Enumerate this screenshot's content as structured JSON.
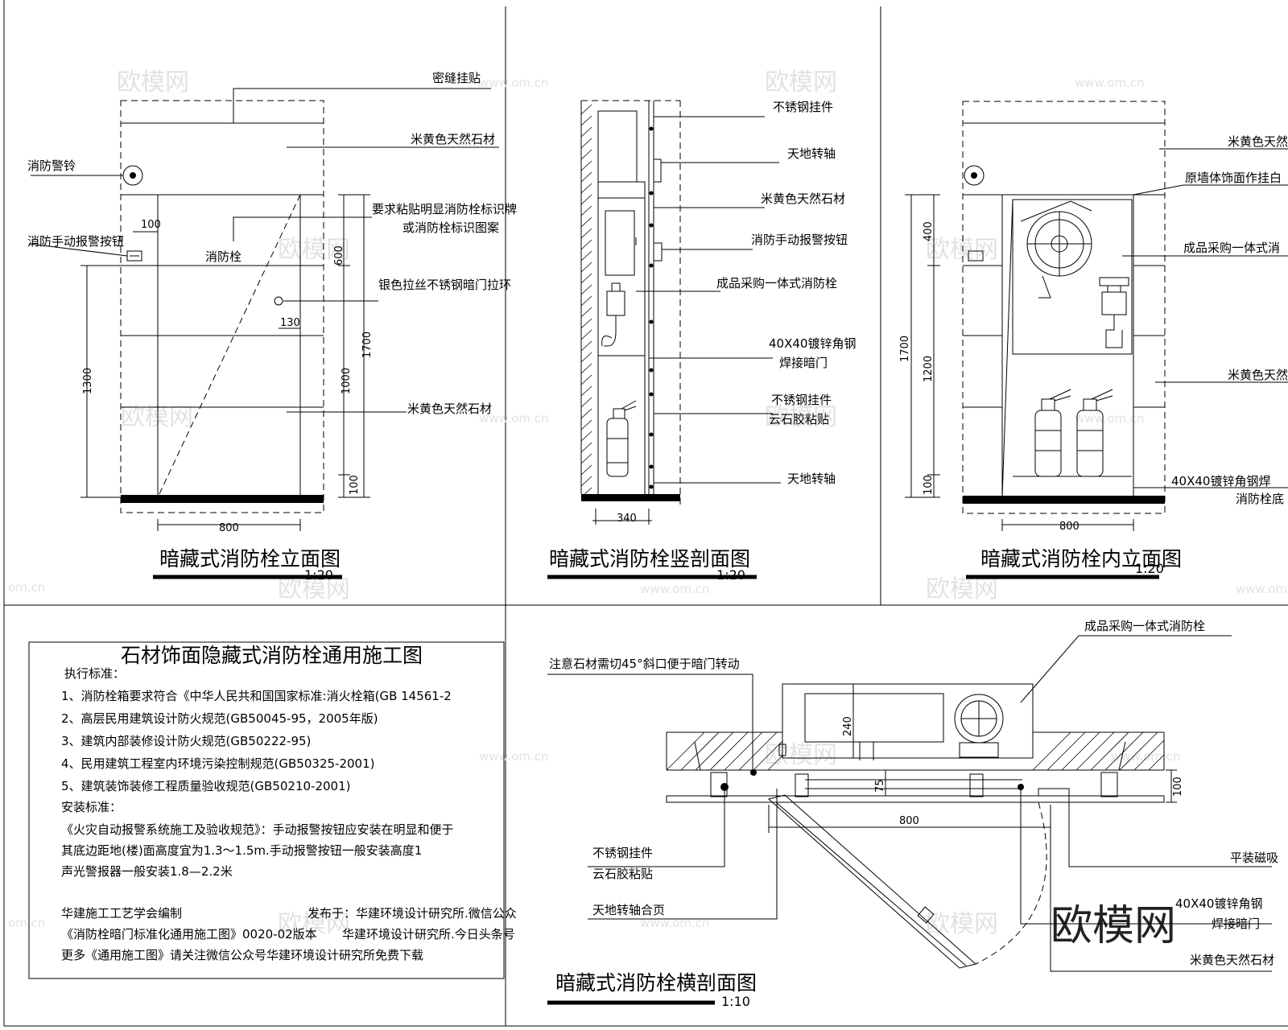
{
  "watermarks": {
    "brand": "欧模网",
    "url": "www.om.cn",
    "url_short": "om.cn"
  },
  "elevation": {
    "title": "暗藏式消防栓立面图",
    "scale": "1:20",
    "labels": {
      "seam": "密缝挂贴",
      "stone_top": "米黄色天然石材",
      "alarm_bell": "消防警铃",
      "sign_req_1": "要求粘贴明显消防栓标识牌",
      "sign_req_2": "或消防栓标识图案",
      "manual_button": "消防手动报警按钮",
      "hydrant": "消防栓",
      "pull_ring": "银色拉丝不锈钢暗门拉环",
      "stone_bottom": "米黄色天然石材"
    },
    "dims": {
      "d100": "100",
      "d600": "600",
      "d130": "130",
      "d1300": "1300",
      "d1700": "1700",
      "d1000": "1000",
      "d100b": "100",
      "d800": "800"
    }
  },
  "vsection": {
    "title": "暗藏式消防栓竖剖面图",
    "scale": "1:20",
    "labels": {
      "l1": "不锈钢挂件",
      "l2": "天地转轴",
      "l3": "米黄色天然石材",
      "l4": "消防手动报警按钮",
      "l5": "成品采购一体式消防栓",
      "l6a": "40X40镀锌角钢",
      "l6b": "焊接暗门",
      "l7a": "不锈钢挂件",
      "l7b": "云石胶粘贴",
      "l8": "天地转轴"
    },
    "dims": {
      "d340": "340"
    }
  },
  "inner": {
    "title": "暗藏式消防栓内立面图",
    "scale": "1:20",
    "labels": {
      "l1": "米黄色天然石",
      "l2": "原墙体饰面作挂白",
      "l3": "成品采购一体式消",
      "l4": "米黄色天然石",
      "l5": "40X40镀锌角钢焊",
      "l6": "消防栓底"
    },
    "dims": {
      "d400": "400",
      "d1700": "1700",
      "d1200": "1200",
      "d100": "100",
      "d800": "800"
    }
  },
  "notes": {
    "title": "石材饰面隐藏式消防栓通用施工图",
    "exec_std": "执行标准：",
    "items": [
      "1、消防栓箱要求符合《中华人民共和国国家标准:消火栓箱(GB 14561-2",
      "2、高层民用建筑设计防火规范(GB50045-95，2005年版)",
      "3、建筑内部装修设计防火规范(GB50222-95)",
      "4、民用建筑工程室内环境污染控制规范(GB50325-2001)",
      "5、建筑装饰装修工程质量验收规范(GB50210-2001)"
    ],
    "install_std": "安装标准：",
    "install_lines": [
      "《火灾自动报警系统施工及验收规范》：手动报警按钮应安装在明显和便于",
      "其底边距地(楼)面高度宜为1.3～1.5m.手动报警按钮一般安装高度1",
      "声光警报器一般安装1.8—2.2米"
    ],
    "footer_left_1": "华建施工工艺学会编制",
    "footer_left_2": "《消防栓暗门标准化通用施工图》0020-02版本",
    "footer_left_3": "更多《通用施工图》请关注微信公众号华建环境设计研究所免费下载",
    "footer_right_1": "发布于：华建环境设计研究所.微信公众",
    "footer_right_2": "华建环境设计研究所.今日头条号"
  },
  "hsection": {
    "title": "暗藏式消防栓横剖面图",
    "scale": "1:10",
    "labels": {
      "top": "成品采购一体式消防栓",
      "bevel": "注意石材需切45°斜口便于暗门转动",
      "hanger_a": "不锈钢挂件",
      "hanger_b": "云石胶粘贴",
      "hinge": "天地转轴合页",
      "magnet": "平装磁吸",
      "angle_a": "40X40镀锌角钢",
      "angle_b": "焊接暗门",
      "stone": "米黄色天然石材"
    },
    "dims": {
      "d240": "240",
      "d75": "75",
      "d100": "100",
      "d800": "800"
    }
  }
}
